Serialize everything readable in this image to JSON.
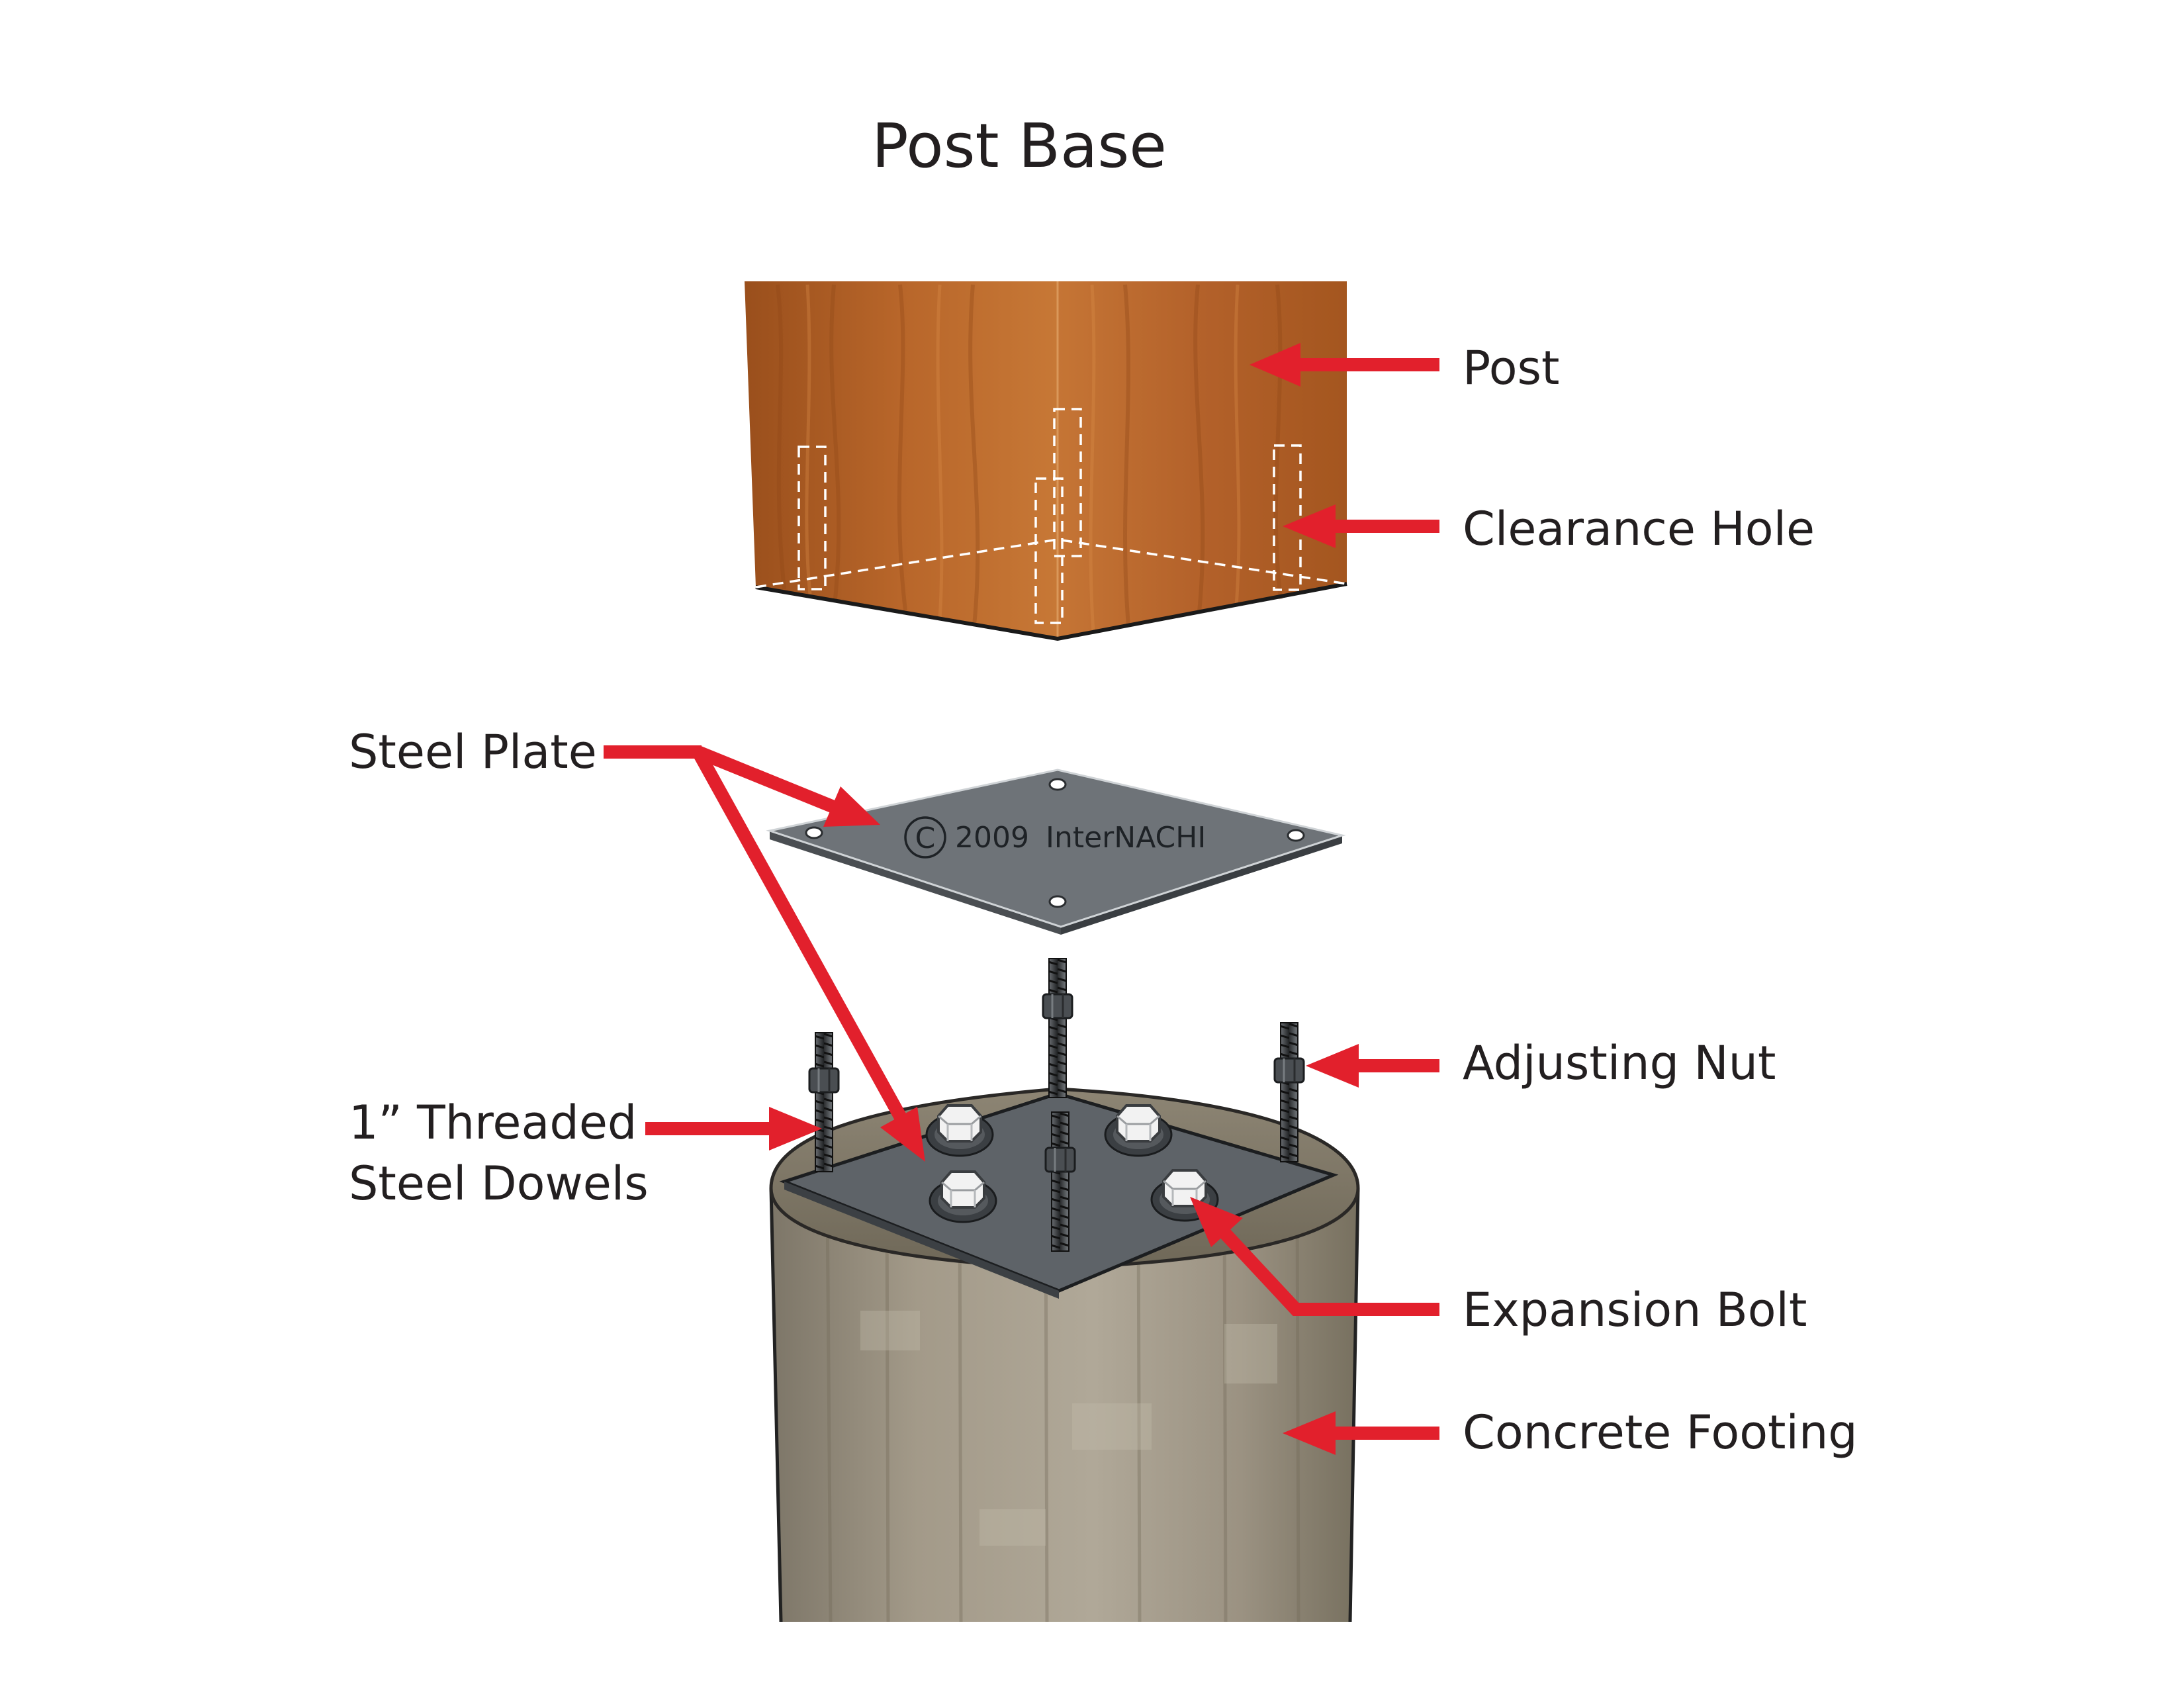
{
  "title": "Post Base",
  "labels": {
    "post": "Post",
    "clearance_hole": "Clearance Hole",
    "steel_plate": "Steel Plate",
    "adjusting_nut": "Adjusting Nut",
    "dowels_line1": "1” Threaded",
    "dowels_line2": "Steel Dowels",
    "expansion_bolt": "Expansion Bolt",
    "concrete_footing": "Concrete Footing"
  },
  "watermark": {
    "symbol": "C",
    "year": "2009",
    "owner": "InterNACHI"
  },
  "colors": {
    "arrow": "#e2202c",
    "text": "#231f20",
    "wood": "#b8662a",
    "steel": "#6e7378",
    "concrete": "#a39a8a"
  }
}
